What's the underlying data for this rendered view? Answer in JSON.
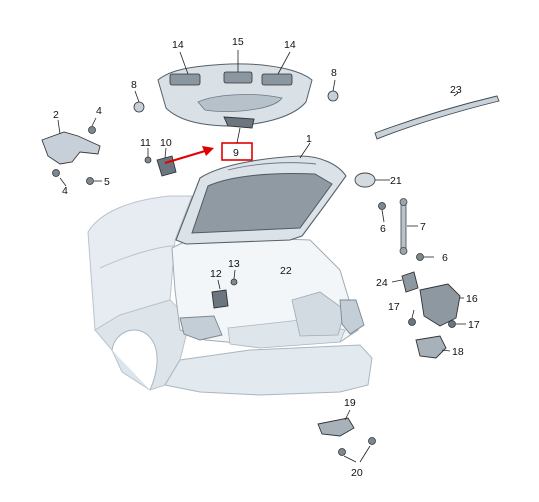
{
  "diagram": {
    "callouts": {
      "c1": "1",
      "c2": "2",
      "c4a": "4",
      "c4b": "4",
      "c5": "5",
      "c6a": "6",
      "c6b": "6",
      "c7": "7",
      "c8a": "8",
      "c8b": "8",
      "c9": "9",
      "c10": "10",
      "c11": "11",
      "c12": "12",
      "c13": "13",
      "c14a": "14",
      "c14b": "14",
      "c15": "15",
      "c16": "16",
      "c17a": "17",
      "c17b": "17",
      "c18": "18",
      "c19": "19",
      "c20": "20",
      "c21": "21",
      "c22": "22",
      "c23": "23",
      "c24": "24"
    },
    "colors": {
      "highlight": "#e10000",
      "body_fill": "#e6ecf1",
      "part_fill": "#cdd6dd",
      "dark_part": "#6b7680"
    }
  }
}
